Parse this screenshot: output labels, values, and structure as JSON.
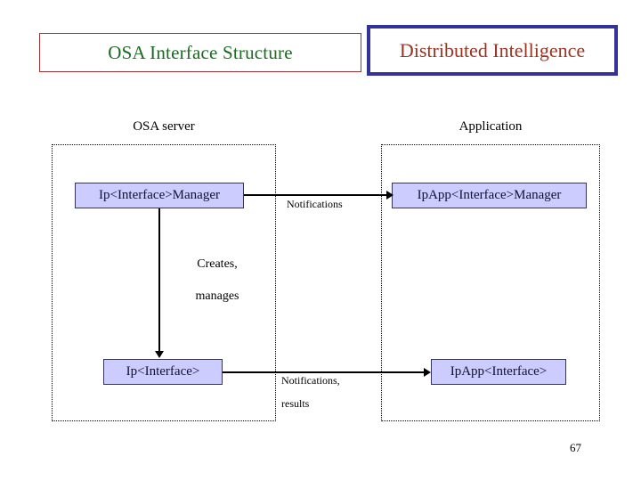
{
  "slide": {
    "page_number": "67",
    "titles": {
      "left": "OSA Interface Structure",
      "right": "Distributed Intelligence"
    },
    "colors": {
      "left_title_text": "#1a6b21",
      "left_title_border": "#993333",
      "right_title_text": "#993322",
      "right_title_border": "#333399",
      "node_fill": "#ccccff",
      "node_border": "#333366",
      "node_text": "#111133",
      "arrow": "#000000",
      "zone_border": "#000000"
    },
    "zones": [
      {
        "id": "osa-server",
        "label": "OSA server"
      },
      {
        "id": "application",
        "label": "Application"
      }
    ],
    "nodes": [
      {
        "id": "ip-interface-manager",
        "label": "Ip<Interface>Manager",
        "zone": "osa-server"
      },
      {
        "id": "ipapp-interface-manager",
        "label": "IpApp<Interface>Manager",
        "zone": "application"
      },
      {
        "id": "ip-interface",
        "label": "Ip<Interface>",
        "zone": "osa-server"
      },
      {
        "id": "ipapp-interface",
        "label": "IpApp<Interface>",
        "zone": "application"
      }
    ],
    "edges": [
      {
        "id": "manager-notifications",
        "from": "ip-interface-manager",
        "to": "ipapp-interface-manager",
        "direction": "right",
        "label": "Notifications"
      },
      {
        "id": "creates-manages",
        "from": "ip-interface-manager",
        "to": "ip-interface",
        "direction": "down",
        "label_line1": "Creates,",
        "label_line2": "manages"
      },
      {
        "id": "interface-notifications-results",
        "from": "ip-interface",
        "to": "ipapp-interface",
        "direction": "right",
        "label_line1": "Notifications,",
        "label_line2": "results"
      }
    ]
  }
}
